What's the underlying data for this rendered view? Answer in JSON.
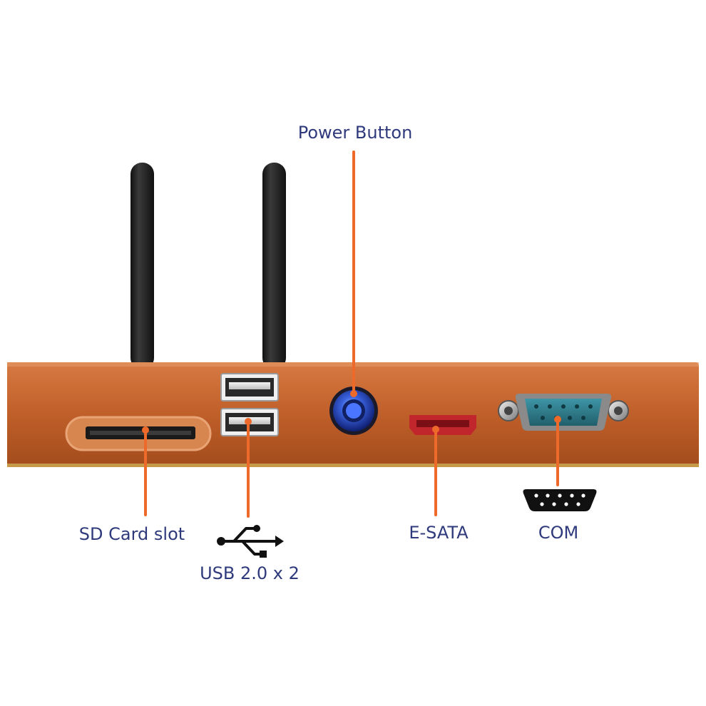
{
  "labels": {
    "power_button": "Power Button",
    "sd_card": "SD Card slot",
    "usb": "USB 2.0 x 2",
    "esata": "E-SATA",
    "com": "COM"
  },
  "icons": {
    "usb_symbol": "usb-icon",
    "com_connector": "db9-connector-icon"
  },
  "colors": {
    "label_text": "#2e3a7c",
    "callout_line": "#ee6a2a",
    "chassis": "#c2612b",
    "antenna": "#1f1f1f",
    "power_button_ring": "#1f3fbf",
    "esata_port": "#c0262b",
    "com_port": "#2c7c8a"
  }
}
